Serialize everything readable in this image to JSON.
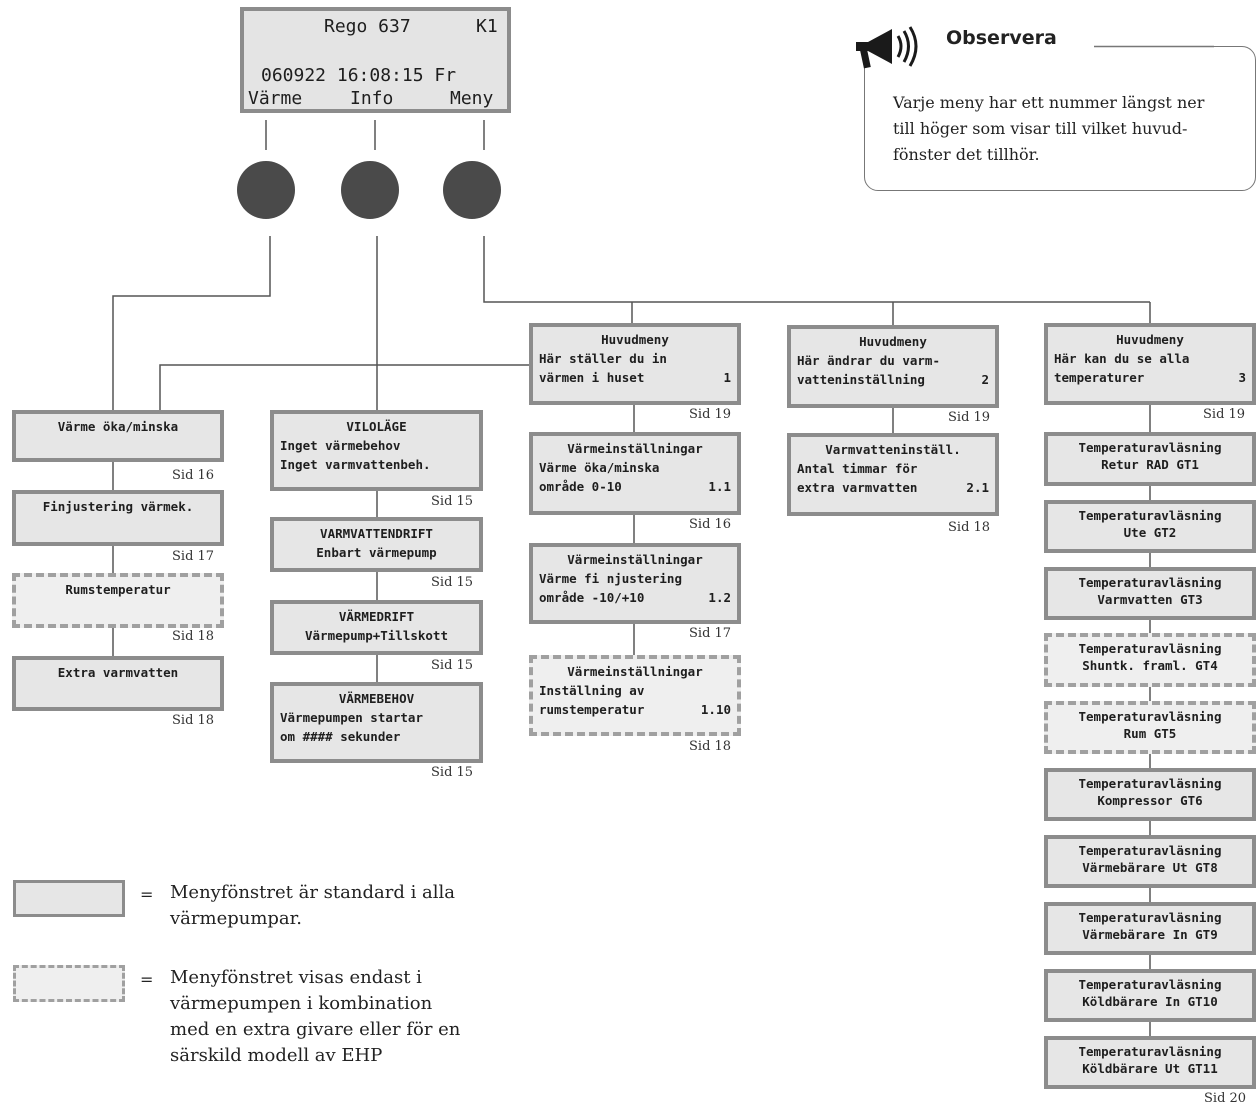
{
  "lcd": {
    "row1_left": "Rego 637",
    "row1_right": "K1",
    "row2": "060922 16:08:15 Fr",
    "soft_left": "Värme",
    "soft_mid": "Info",
    "soft_right": "Meny"
  },
  "note": {
    "title": "Observera",
    "lines": [
      "Varje meny har ett nummer längst ner",
      "till höger som visar till vilket huvud-",
      "fönster det tillhör."
    ],
    "icon": "megaphone-icon"
  },
  "col1": [
    {
      "lines": [
        "Värme öka/minska"
      ],
      "sid": "Sid 16",
      "dashed": false
    },
    {
      "lines": [
        "Finjustering värmek."
      ],
      "sid": "Sid 17",
      "dashed": false
    },
    {
      "lines": [
        "Rumstemperatur"
      ],
      "sid": "Sid 18",
      "dashed": true
    },
    {
      "lines": [
        "Extra varmvatten"
      ],
      "sid": "Sid 18",
      "dashed": false
    }
  ],
  "col2": [
    {
      "title": "VILOLÄGE",
      "lines": [
        "Inget värmebehov",
        "Inget varmvattenbeh."
      ],
      "sid": "Sid 15"
    },
    {
      "title": "VARMVATTENDRIFT",
      "lines": [
        "Enbart värmepump"
      ],
      "sid": "Sid 15"
    },
    {
      "title": "VÄRMEDRIFT",
      "lines": [
        "Värmepump+Tillskott"
      ],
      "sid": "Sid 15"
    },
    {
      "title": "VÄRMEBEHOV",
      "lines": [
        "Värmepumpen startar",
        "om #### sekunder"
      ],
      "sid": "Sid 15"
    }
  ],
  "col3": [
    {
      "title": "Huvudmeny",
      "line1": "Här ställer du in",
      "line2": "värmen i huset",
      "num": "1",
      "sid": "Sid 19",
      "dashed": false
    },
    {
      "title": "Värmeinställningar",
      "line1": "Värme öka/minska",
      "line2": "område 0-10",
      "num": "1.1",
      "sid": "Sid 16",
      "dashed": false
    },
    {
      "title": "Värmeinställningar",
      "line1": "Värme fi njustering",
      "line2": "område -10/+10",
      "num": "1.2",
      "sid": "Sid 17",
      "dashed": false
    },
    {
      "title": "Värmeinställningar",
      "line1": "Inställning av",
      "line2": "rumstemperatur",
      "num": "1.10",
      "sid": "Sid 18",
      "dashed": true
    }
  ],
  "col4": [
    {
      "title": "Huvudmeny",
      "line1": "Här ändrar du varm-",
      "line2": "vatteninställning",
      "num": "2",
      "sid": "Sid 19"
    },
    {
      "title": "Varmvatteninställ.",
      "line1": "Antal timmar för",
      "line2": "extra varmvatten",
      "num": "2.1",
      "sid": "Sid 18"
    }
  ],
  "col5_head": {
    "title": "Huvudmeny",
    "line1": "Här kan du se alla",
    "line2": "temperaturer",
    "num": "3",
    "sid": "Sid 19"
  },
  "col5": [
    {
      "l1": "Temperaturavläsning",
      "l2": "Retur RAD GT1",
      "dashed": false
    },
    {
      "l1": "Temperaturavläsning",
      "l2": "Ute GT2",
      "dashed": false
    },
    {
      "l1": "Temperaturavläsning",
      "l2": "Varmvatten GT3",
      "dashed": false
    },
    {
      "l1": "Temperaturavläsning",
      "l2": "Shuntk. framl. GT4",
      "dashed": true
    },
    {
      "l1": "Temperaturavläsning",
      "l2": "Rum GT5",
      "dashed": true
    },
    {
      "l1": "Temperaturavläsning",
      "l2": "Kompressor GT6",
      "dashed": false
    },
    {
      "l1": "Temperaturavläsning",
      "l2": "Värmebärare Ut GT8",
      "dashed": false
    },
    {
      "l1": "Temperaturavläsning",
      "l2": "Värmebärare In GT9",
      "dashed": false
    },
    {
      "l1": "Temperaturavläsning",
      "l2": "Köldbärare In GT10",
      "dashed": false
    },
    {
      "l1": "Temperaturavläsning",
      "l2": "Köldbärare Ut GT11",
      "dashed": false
    }
  ],
  "col5_sid": "Sid 20",
  "legend": {
    "eq": "=",
    "standard": [
      "Menyfönstret är standard i alla",
      "värmepumpar."
    ],
    "optional": [
      "Menyfönstret visas endast i",
      "värmepumpen i kombination",
      "med en extra givare eller för en",
      "särskild modell av EHP"
    ]
  }
}
